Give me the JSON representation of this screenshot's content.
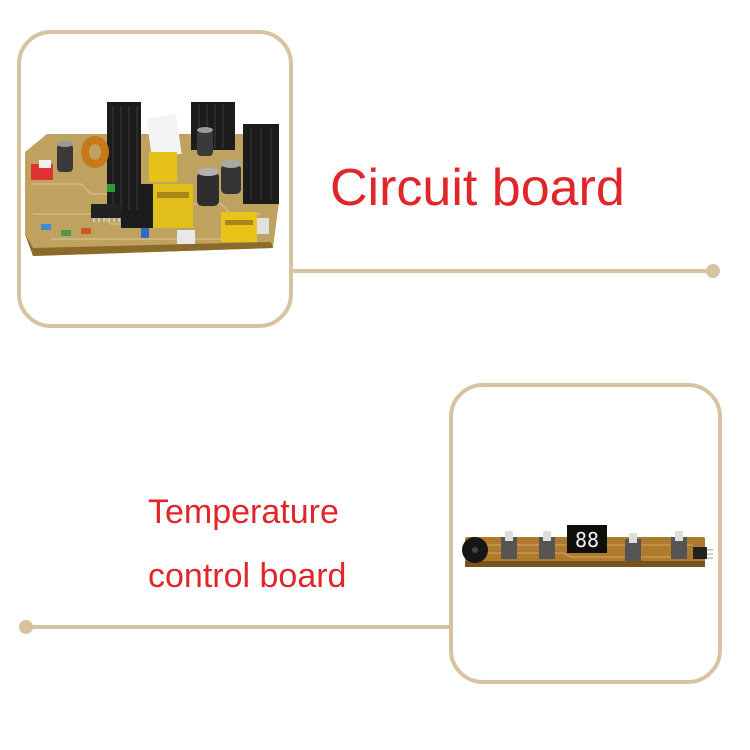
{
  "colors": {
    "frame": "#d8c3a1",
    "label": "#e1262a",
    "pcb": "#b07a2e",
    "heatsink": "#1c1c1c"
  },
  "circuit_board": {
    "label": "Circuit board"
  },
  "temperature_board": {
    "label_line1": "Temperature",
    "label_line2": "control board"
  },
  "display_digits": "88"
}
